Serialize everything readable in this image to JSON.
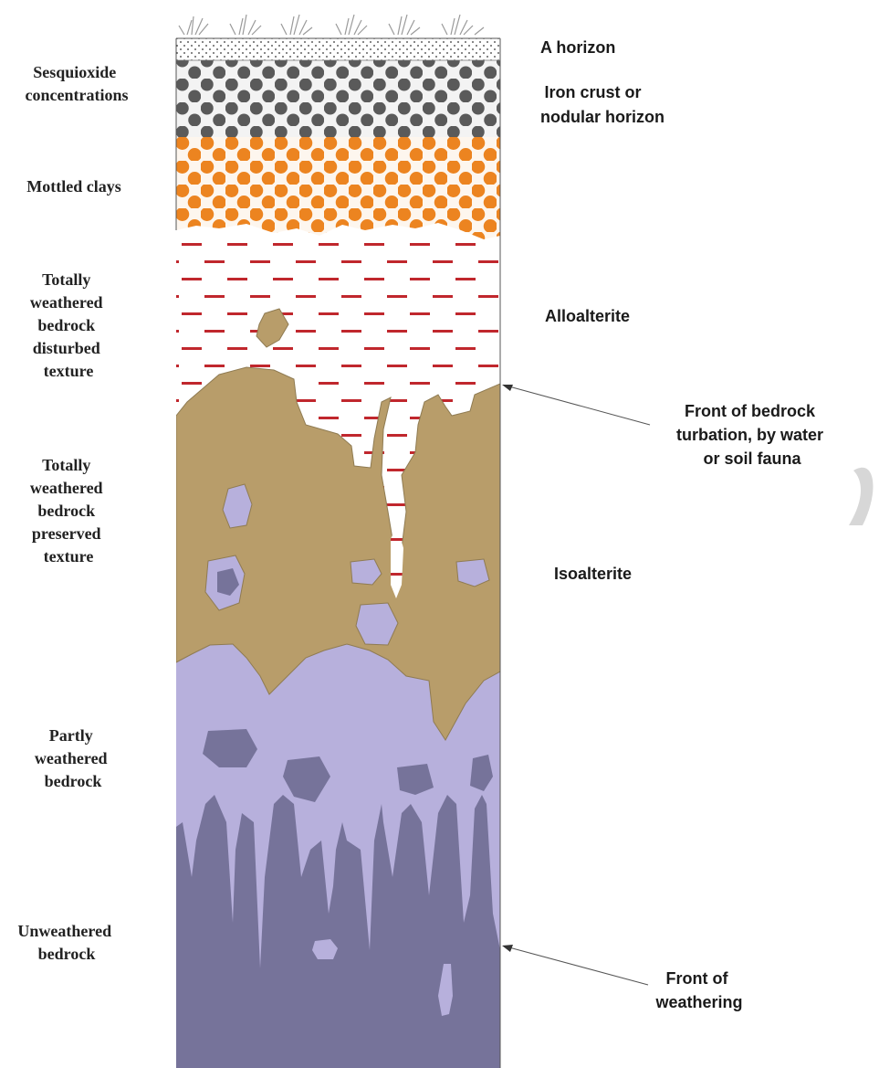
{
  "colors": {
    "background": "#ffffff",
    "a_horizon_fill": "#ffffff",
    "a_horizon_dots": "#333333",
    "iron_crust_bg": "#f3f3f3",
    "iron_crust_nodules": "#5a5a5a",
    "mottled_bg": "#fdf6ee",
    "mottled_spots": "#ec8420",
    "alloalterite_bg": "#ffffff",
    "alloalterite_dashes": "#c0272d",
    "isoalterite": "#b89d6a",
    "isoalterite_edge": "#8f7b52",
    "partly_weathered": "#b7b0dc",
    "unweathered": "#76739a",
    "grass": "#9a9a9a",
    "arrow": "#555555",
    "watermark": "#d7d7d7"
  },
  "left_labels": [
    {
      "lines": [
        "Sesquioxide",
        "concentrations"
      ]
    },
    {
      "lines": [
        "Mottled clays"
      ]
    },
    {
      "lines": [
        "Totally",
        "weathered",
        "bedrock",
        "disturbed",
        "texture"
      ]
    },
    {
      "lines": [
        "Totally",
        "weathered",
        "bedrock",
        "preserved",
        "texture"
      ]
    },
    {
      "lines": [
        "Partly",
        "weathered",
        "bedrock"
      ]
    },
    {
      "lines": [
        "Unweathered",
        "bedrock"
      ]
    }
  ],
  "right_labels": [
    {
      "lines": [
        "A horizon"
      ]
    },
    {
      "lines": [
        "Iron crust or",
        "nodular horizon"
      ]
    },
    {
      "lines": [
        "Alloalterite"
      ]
    },
    {
      "lines": [
        "Front of bedrock",
        "turbation, by water",
        "or soil fauna"
      ],
      "arrow": true
    },
    {
      "lines": [
        "Isoalterite"
      ]
    },
    {
      "lines": [
        "Front of",
        "weathering"
      ],
      "arrow": true
    }
  ]
}
